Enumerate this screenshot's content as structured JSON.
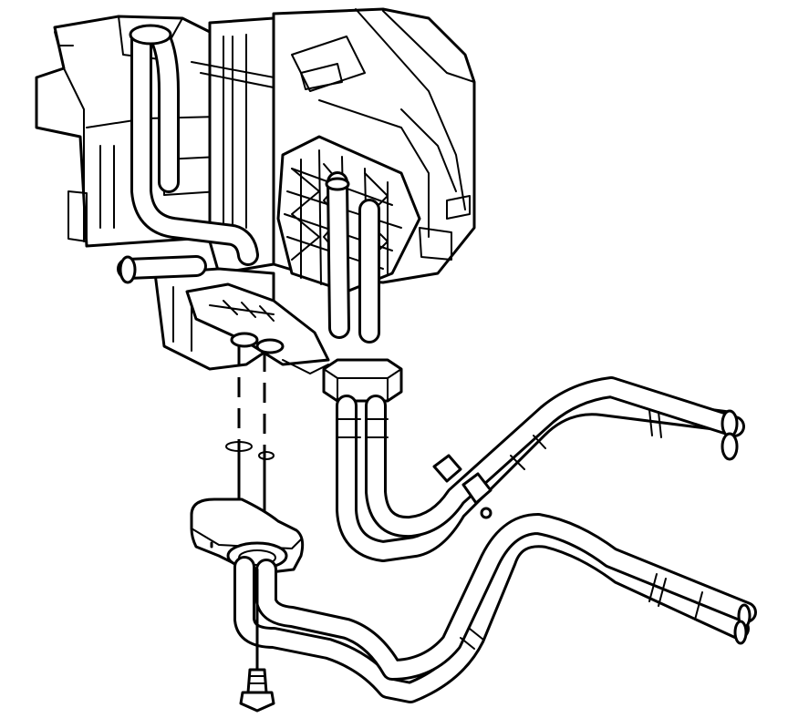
{
  "diagram": {
    "parts": {
      "hvac_module": "hvac-module-housing",
      "heater_core": "heater-core",
      "heater_pipes": "heater-core-pipes",
      "seal_rings": "o-ring-seals",
      "retainer_block": "heater-hose-retainer-block",
      "bolt": "retainer-bolt",
      "upper_hoses": "upper-heater-hoses",
      "lower_hoses": "lower-heater-hoses",
      "clamps": "hose-clamps"
    },
    "colors": {
      "line": "#000000",
      "fill": "#ffffff"
    }
  }
}
